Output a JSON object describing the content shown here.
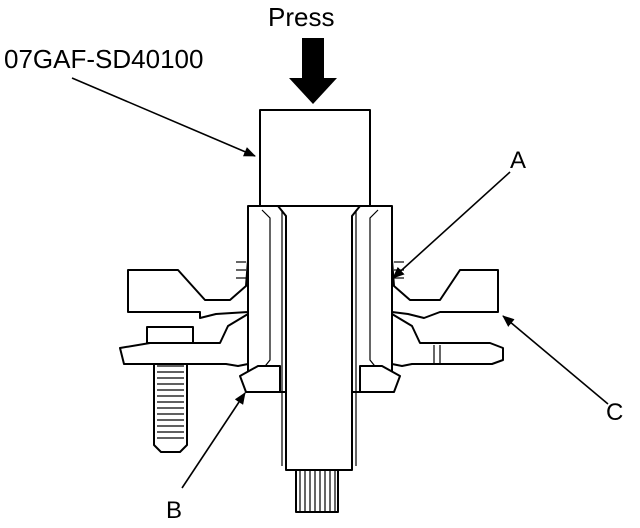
{
  "figure": {
    "press_label": "Press",
    "tool_label": "07GAF-SD40100",
    "callouts": {
      "a": "A",
      "b": "B",
      "c": "C"
    }
  }
}
